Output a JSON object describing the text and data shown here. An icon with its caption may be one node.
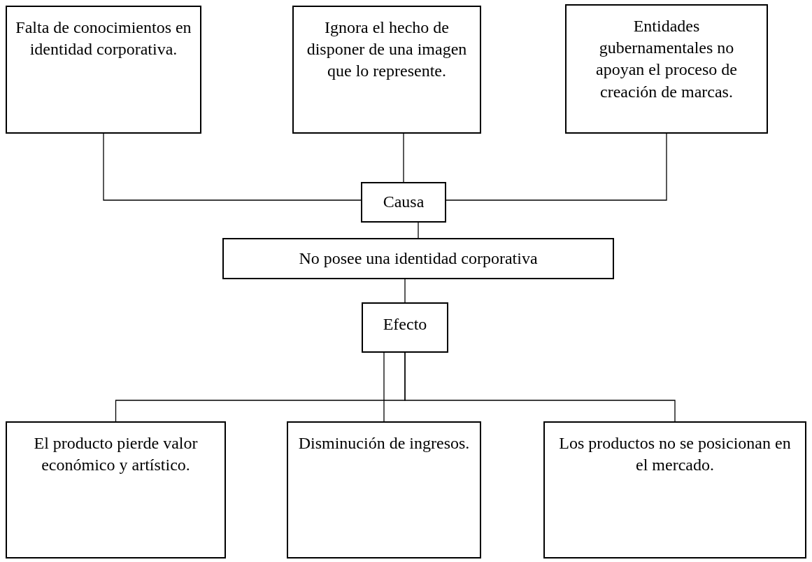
{
  "diagram": {
    "nodes": [
      {
        "text": [
          "Falta de conocimientos en identidad corporativa."
        ]
      },
      {
        "text": [
          "Ignora el hecho de disponer de una imagen que lo represente."
        ]
      },
      {
        "text": [
          "Entidades gubernamentales no apoyan el proceso de creación de marcas."
        ]
      },
      {
        "text": [
          "Causa"
        ]
      },
      {
        "text": [
          "No posee una identidad corporativa"
        ]
      },
      {
        "text": [
          "Efecto"
        ]
      },
      {
        "text": [
          "El producto pierde valor económico y artístico."
        ]
      },
      {
        "text": [
          "Disminución de ingresos."
        ]
      },
      {
        "text": [
          "Los productos no se posicionan en el mercado."
        ]
      }
    ],
    "edges": [
      {
        "from": 0,
        "to": 3,
        "arrow": "none"
      },
      {
        "from": 1,
        "to": 3,
        "arrow": "none"
      },
      {
        "from": 2,
        "to": 3,
        "arrow": "none"
      },
      {
        "from": 3,
        "to": 4,
        "arrow": "none"
      },
      {
        "from": 4,
        "to": 5,
        "arrow": "none"
      },
      {
        "from": 5,
        "to": 6,
        "arrow": "none"
      },
      {
        "from": 5,
        "to": 7,
        "arrow": "none"
      },
      {
        "from": 5,
        "to": 8,
        "arrow": "none"
      }
    ]
  }
}
